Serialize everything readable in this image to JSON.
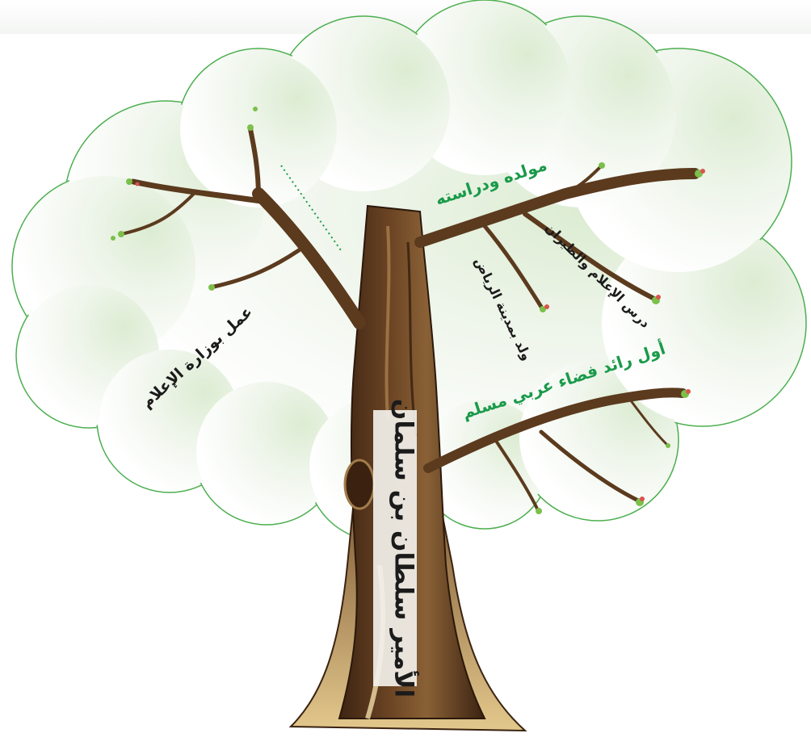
{
  "trunk": {
    "title": "الأمير سلطان بن سلمان"
  },
  "branches": {
    "birth_study": "مولده ودراسته",
    "born_riyadh": "ولد بمدينة الرياض",
    "studied_media_aviation": "درس الإعلام والطيران",
    "first_astronaut": "أول رائد فضاء عربي مسلم",
    "ministry_media": "عمل بوزارة الإعلام"
  },
  "colors": {
    "cloud_stroke": "#4caf50",
    "green_text": "#1a9a4a",
    "bark_dark": "#4a2e17",
    "bark_light": "#c9a262"
  }
}
